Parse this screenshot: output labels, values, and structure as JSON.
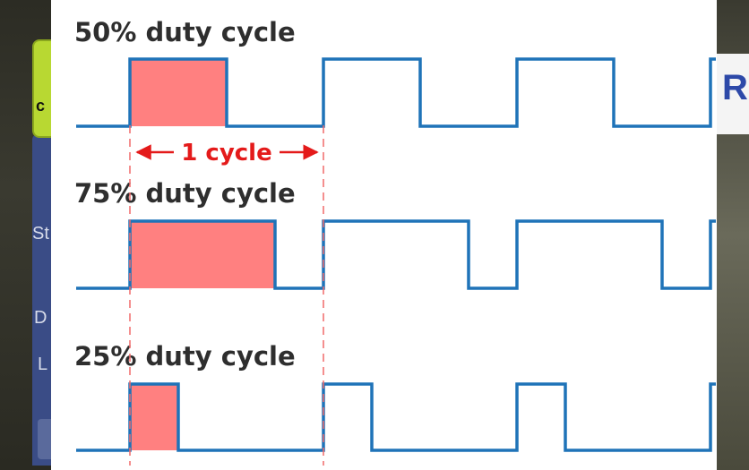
{
  "background_app": {
    "button_fragment": "c",
    "left_fragments": [
      "St",
      "D",
      "L"
    ],
    "right_fragment": "R",
    "colors": {
      "button": "#b8d832",
      "panel": "#3a4c86",
      "logo": "#2d49a8"
    }
  },
  "diagram": {
    "colors": {
      "signal": "#1f73b8",
      "highlight": "#ff8080",
      "annotation": "#e41a1a",
      "guide": "#f06a6a"
    },
    "cycle_label": "1 cycle",
    "waveforms": [
      {
        "title": "50% duty cycle",
        "duty": 0.5
      },
      {
        "title": "75% duty cycle",
        "duty": 0.75
      },
      {
        "title": "25% duty cycle",
        "duty": 0.25
      }
    ]
  }
}
